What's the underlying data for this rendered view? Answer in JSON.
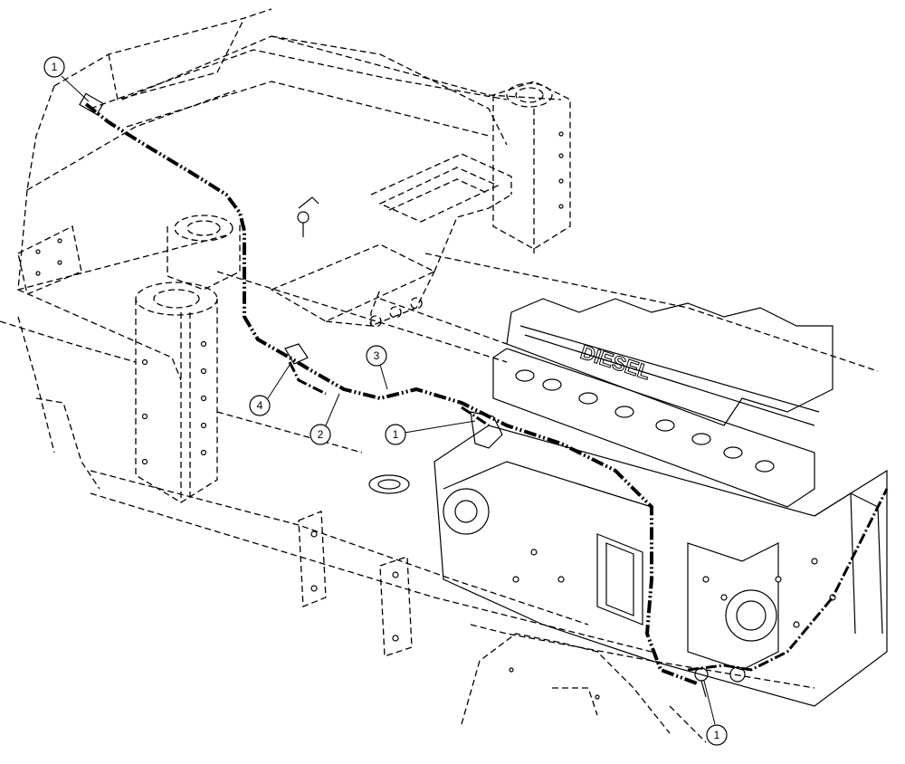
{
  "callouts": [
    {
      "id": "callout-1-top-left",
      "label": "1"
    },
    {
      "id": "callout-3",
      "label": "3"
    },
    {
      "id": "callout-4",
      "label": "4"
    },
    {
      "id": "callout-2",
      "label": "2"
    },
    {
      "id": "callout-1-middle",
      "label": "1"
    },
    {
      "id": "callout-1-bottom",
      "label": "1"
    }
  ]
}
